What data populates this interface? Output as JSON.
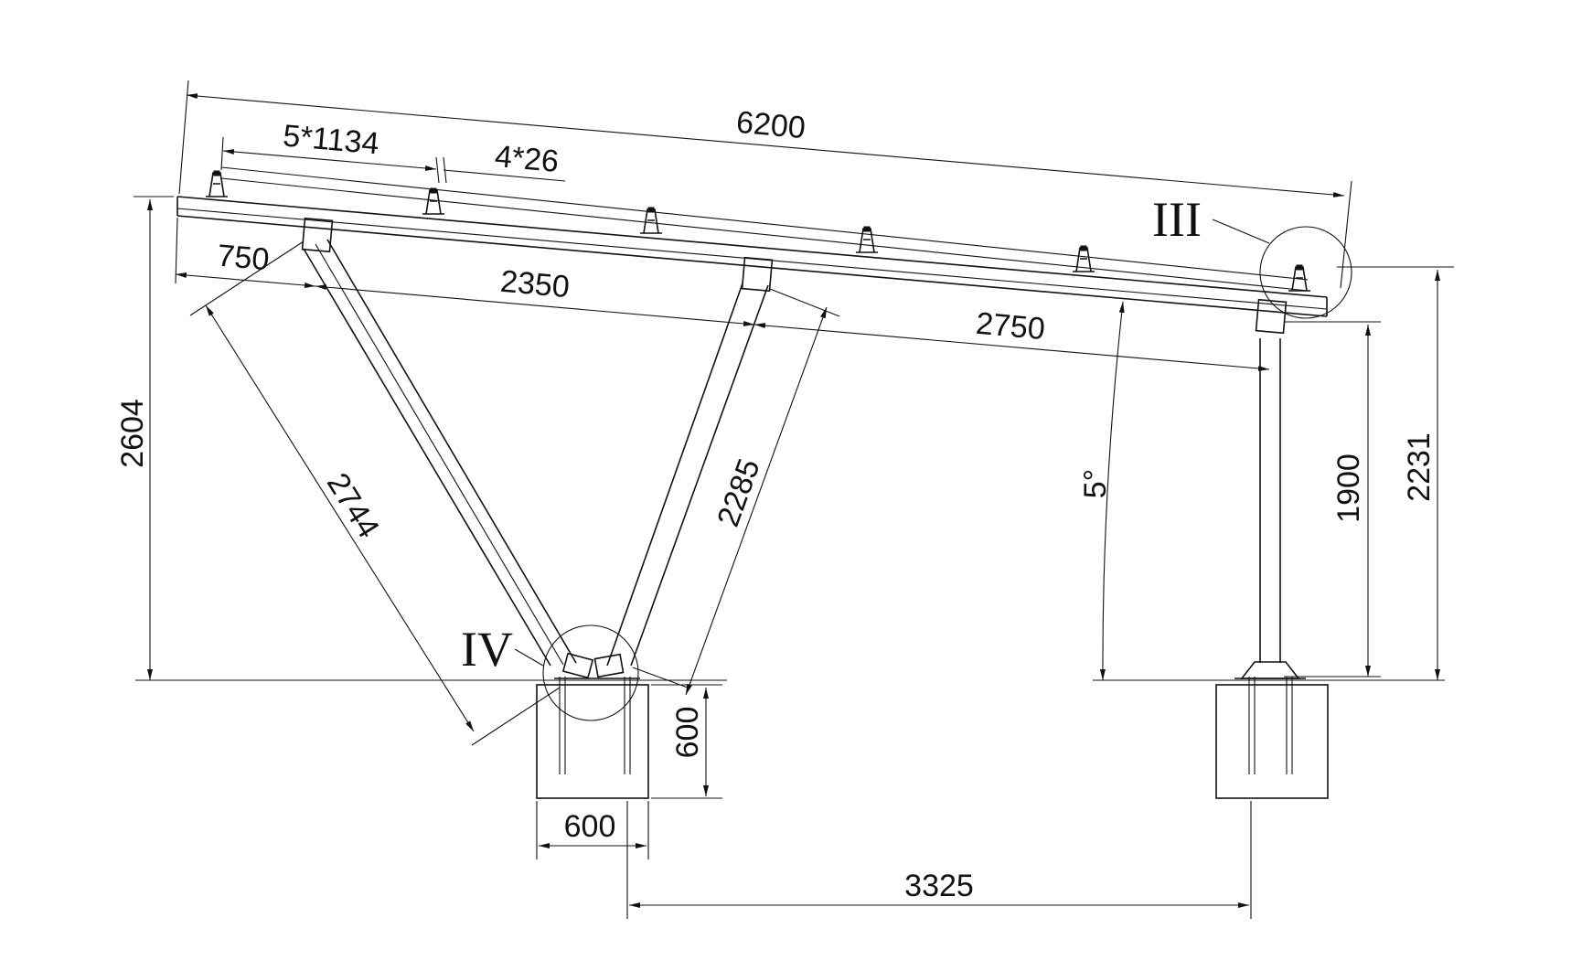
{
  "drawing": {
    "dimensions": {
      "overall_length": "6200",
      "module_pitch": "5*1134",
      "module_gaps": "4*26",
      "overhang_front": "750",
      "brace_span": "2350",
      "rear_span": "2750",
      "front_height": "2604",
      "front_brace_length": "2744",
      "rear_brace_length": "2285",
      "tilt_angle": "5°",
      "rear_leg_height": "1900",
      "rear_height": "2231",
      "footing_depth": "600",
      "footing_width": "600",
      "footing_spacing": "3325"
    },
    "details": {
      "detail_iii": "III",
      "detail_iv": "IV"
    }
  }
}
